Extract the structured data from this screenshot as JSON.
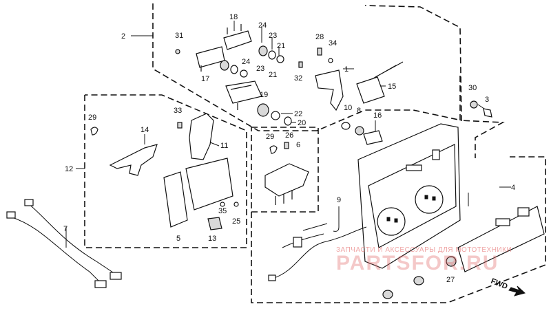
{
  "parts": [
    {
      "id": "p1",
      "label": "1"
    },
    {
      "id": "p2",
      "label": "2"
    },
    {
      "id": "p3",
      "label": "3"
    },
    {
      "id": "p4",
      "label": "4"
    },
    {
      "id": "p5",
      "label": "5"
    },
    {
      "id": "p6",
      "label": "6"
    },
    {
      "id": "p7",
      "label": "7"
    },
    {
      "id": "p8",
      "label": "8"
    },
    {
      "id": "p9",
      "label": "9"
    },
    {
      "id": "p10",
      "label": "10"
    },
    {
      "id": "p11",
      "label": "11"
    },
    {
      "id": "p12",
      "label": "12"
    },
    {
      "id": "p13",
      "label": "13"
    },
    {
      "id": "p14",
      "label": "14"
    },
    {
      "id": "p15",
      "label": "15"
    },
    {
      "id": "p16",
      "label": "16"
    },
    {
      "id": "p17",
      "label": "17"
    },
    {
      "id": "p18",
      "label": "18"
    },
    {
      "id": "p19",
      "label": "19"
    },
    {
      "id": "p20",
      "label": "20"
    },
    {
      "id": "p21a",
      "label": "21"
    },
    {
      "id": "p21b",
      "label": "21"
    },
    {
      "id": "p22",
      "label": "22"
    },
    {
      "id": "p23a",
      "label": "23"
    },
    {
      "id": "p23b",
      "label": "23"
    },
    {
      "id": "p24a",
      "label": "24"
    },
    {
      "id": "p24b",
      "label": "24"
    },
    {
      "id": "p25",
      "label": "25"
    },
    {
      "id": "p26",
      "label": "26"
    },
    {
      "id": "p27",
      "label": "27"
    },
    {
      "id": "p28",
      "label": "28"
    },
    {
      "id": "p29a",
      "label": "29"
    },
    {
      "id": "p29b",
      "label": "29"
    },
    {
      "id": "p30",
      "label": "30"
    },
    {
      "id": "p31",
      "label": "31"
    },
    {
      "id": "p32",
      "label": "32"
    },
    {
      "id": "p33",
      "label": "33"
    },
    {
      "id": "p34",
      "label": "34"
    },
    {
      "id": "p35",
      "label": "35"
    }
  ],
  "direction_label": "FWD",
  "watermark": {
    "caption": "ЗАПЧАСТИ И АКСЕССУАРЫ ДЛЯ МОТОТЕХНИКИ",
    "logo": "PARTSFOR.RU"
  },
  "colors": {
    "line": "#111111",
    "watermark": "#e06565",
    "background": "#ffffff"
  }
}
